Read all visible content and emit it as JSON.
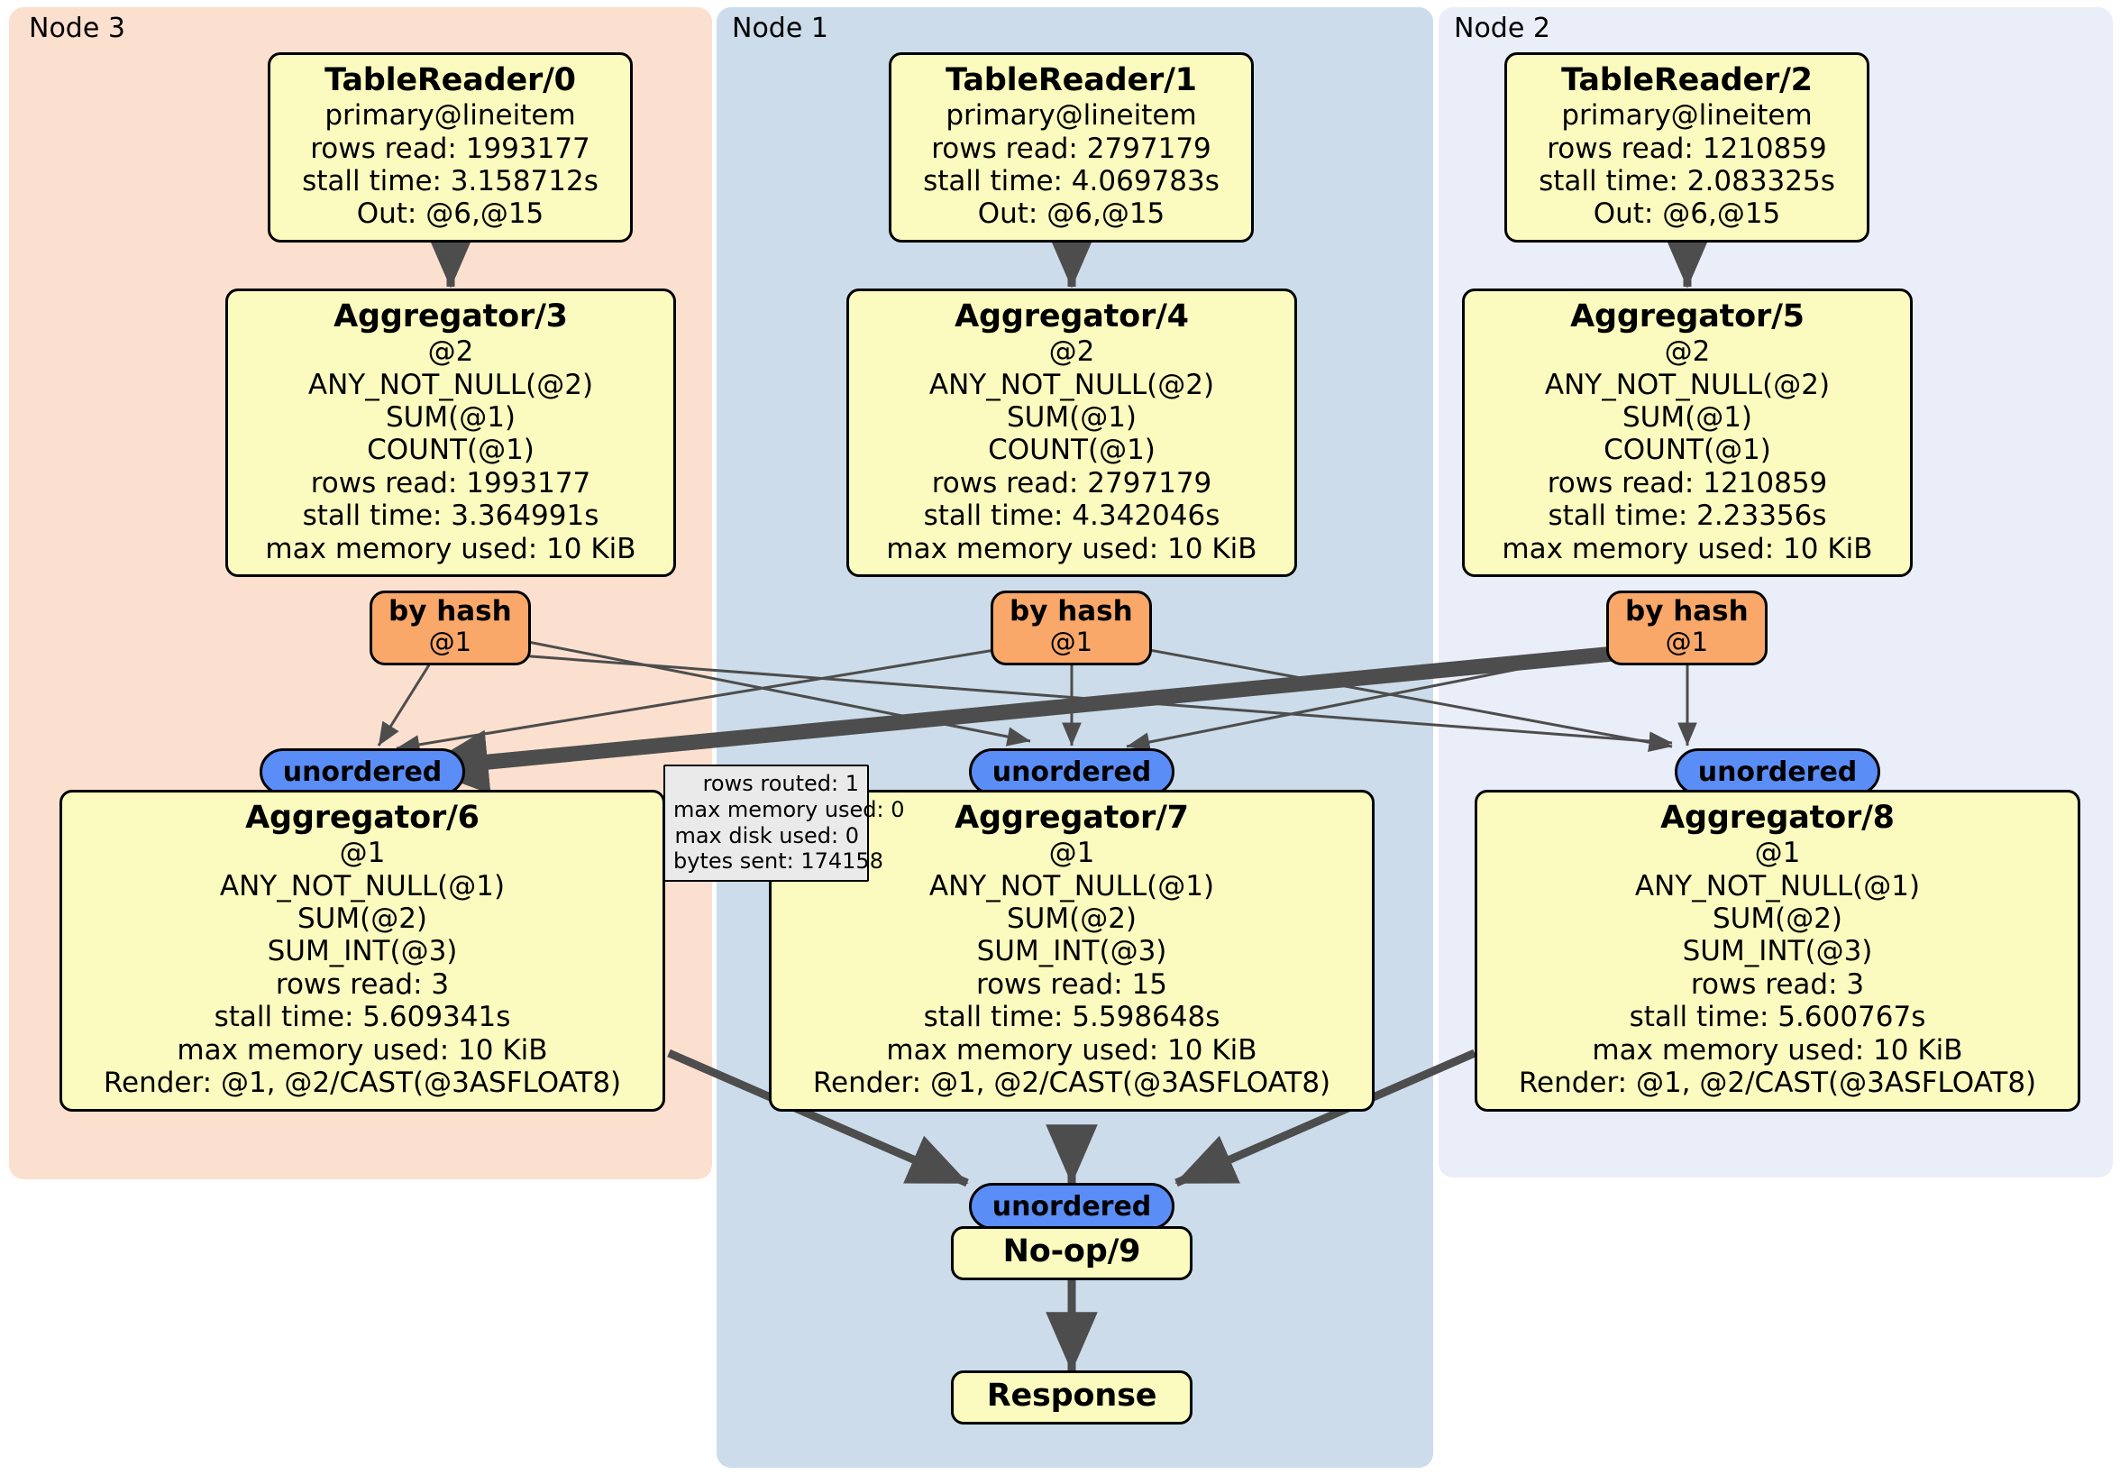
{
  "diagram": {
    "kind": "distributed-query-execution-plan",
    "clusters": [
      {
        "id": "node3",
        "label": "Node 3",
        "color": "#fce0cf"
      },
      {
        "id": "node1",
        "label": "Node 1",
        "color": "#ccdcea"
      },
      {
        "id": "node2",
        "label": "Node 2",
        "color": "#e9eef9"
      }
    ],
    "colors": {
      "processor_fill": "#fbfbbf",
      "router_fill": "#f9a86a",
      "synchronizer_fill": "#5b8df6",
      "stats_fill": "#eaeaea",
      "edge": "#4d4d4d",
      "border": "#000000"
    },
    "processors": [
      {
        "id": "tablereader0",
        "title": "TableReader/0",
        "lines": [
          "primary@lineitem",
          "rows read: 1993177",
          "stall time: 3.158712s",
          "Out: @6,@15"
        ]
      },
      {
        "id": "tablereader1",
        "title": "TableReader/1",
        "lines": [
          "primary@lineitem",
          "rows read: 2797179",
          "stall time: 4.069783s",
          "Out: @6,@15"
        ]
      },
      {
        "id": "tablereader2",
        "title": "TableReader/2",
        "lines": [
          "primary@lineitem",
          "rows read: 1210859",
          "stall time: 2.083325s",
          "Out: @6,@15"
        ]
      },
      {
        "id": "aggregator3",
        "title": "Aggregator/3",
        "lines": [
          "@2",
          "ANY_NOT_NULL(@2)",
          "SUM(@1)",
          "COUNT(@1)",
          "rows read: 1993177",
          "stall time: 3.364991s",
          "max memory used: 10 KiB"
        ]
      },
      {
        "id": "aggregator4",
        "title": "Aggregator/4",
        "lines": [
          "@2",
          "ANY_NOT_NULL(@2)",
          "SUM(@1)",
          "COUNT(@1)",
          "rows read: 2797179",
          "stall time: 4.342046s",
          "max memory used: 10 KiB"
        ]
      },
      {
        "id": "aggregator5",
        "title": "Aggregator/5",
        "lines": [
          "@2",
          "ANY_NOT_NULL(@2)",
          "SUM(@1)",
          "COUNT(@1)",
          "rows read: 1210859",
          "stall time: 2.23356s",
          "max memory used: 10 KiB"
        ]
      },
      {
        "id": "aggregator6",
        "title": "Aggregator/6",
        "lines": [
          "@1",
          "ANY_NOT_NULL(@1)",
          "SUM(@2)",
          "SUM_INT(@3)",
          "rows read: 3",
          "stall time: 5.609341s",
          "max memory used: 10 KiB",
          "Render: @1, @2/CAST(@3ASFLOAT8)"
        ]
      },
      {
        "id": "aggregator7",
        "title": "Aggregator/7",
        "lines": [
          "@1",
          "ANY_NOT_NULL(@1)",
          "SUM(@2)",
          "SUM_INT(@3)",
          "rows read: 15",
          "stall time: 5.598648s",
          "max memory used: 10 KiB",
          "Render: @1, @2/CAST(@3ASFLOAT8)"
        ]
      },
      {
        "id": "aggregator8",
        "title": "Aggregator/8",
        "lines": [
          "@1",
          "ANY_NOT_NULL(@1)",
          "SUM(@2)",
          "SUM_INT(@3)",
          "rows read: 3",
          "stall time: 5.600767s",
          "max memory used: 10 KiB",
          "Render: @1, @2/CAST(@3ASFLOAT8)"
        ]
      },
      {
        "id": "noop9",
        "title": "No-op/9",
        "lines": []
      },
      {
        "id": "response",
        "title": "Response",
        "lines": []
      }
    ],
    "routers": [
      {
        "id": "byhash3",
        "title": "by hash",
        "line": "@1"
      },
      {
        "id": "byhash4",
        "title": "by hash",
        "line": "@1"
      },
      {
        "id": "byhash5",
        "title": "by hash",
        "line": "@1"
      }
    ],
    "synchronizers": [
      {
        "id": "unordered6",
        "label": "unordered"
      },
      {
        "id": "unordered7",
        "label": "unordered"
      },
      {
        "id": "unordered8",
        "label": "unordered"
      },
      {
        "id": "unordered9",
        "label": "unordered"
      }
    ],
    "stats_box": {
      "id": "stream-stats",
      "lines": [
        "rows routed: 1",
        "max memory used: 0",
        "max disk used: 0",
        "bytes sent: 174158"
      ]
    }
  }
}
